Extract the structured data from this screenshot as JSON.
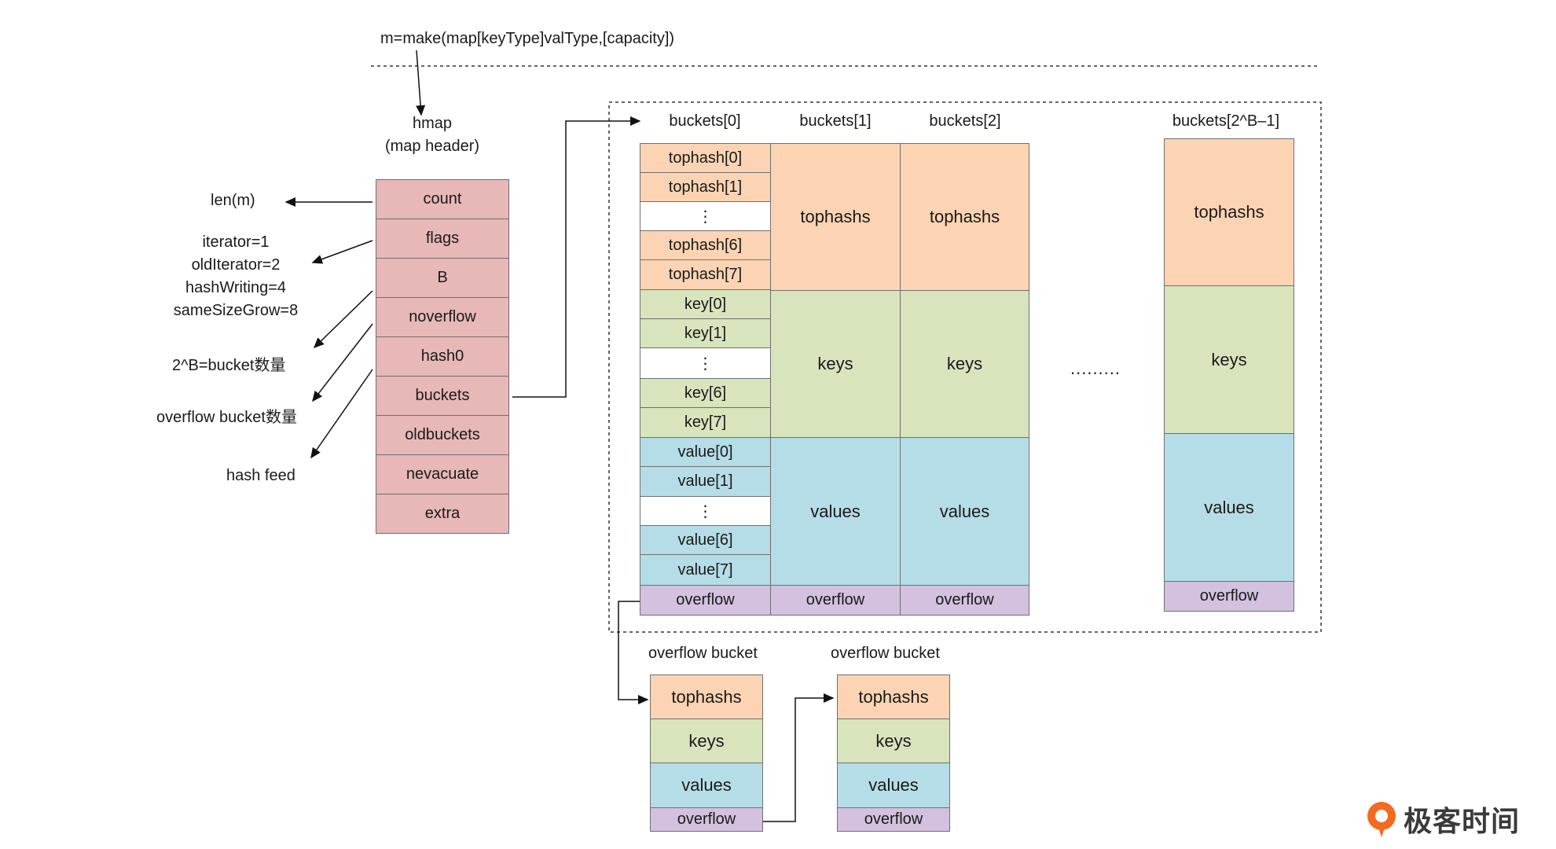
{
  "make_expr": "m=make(map[keyType]valType,[capacity])",
  "hmap": {
    "title_line1": "hmap",
    "title_line2": "(map header)",
    "fields": [
      "count",
      "flags",
      "B",
      "noverflow",
      "hash0",
      "buckets",
      "oldbuckets",
      "nevacuate",
      "extra"
    ]
  },
  "annotations": {
    "len": "len(m)",
    "flags_line1": "iterator=1",
    "flags_line2": "oldIterator=2",
    "flags_line3": "hashWriting=4",
    "flags_line4": "sameSizeGrow=8",
    "b_desc": "2^B=bucket数量",
    "noverflow_desc": "overflow bucket数量",
    "hash0_desc": "hash feed"
  },
  "bucket_headers": [
    "buckets[0]",
    "buckets[1]",
    "buckets[2]",
    "buckets[2^B–1]"
  ],
  "bucket0": {
    "tophash": [
      "tophash[0]",
      "tophash[1]",
      "⋮",
      "tophash[6]",
      "tophash[7]"
    ],
    "keys": [
      "key[0]",
      "key[1]",
      "⋮",
      "key[6]",
      "key[7]"
    ],
    "values": [
      "value[0]",
      "value[1]",
      "⋮",
      "value[6]",
      "value[7]"
    ],
    "overflow": "overflow"
  },
  "bucket_blocks": {
    "tophashs": "tophashs",
    "keys": "keys",
    "values": "values",
    "overflow": "overflow"
  },
  "ellipsis": ".........",
  "overflow_buckets": {
    "title": "overflow bucket",
    "tophashs": "tophashs",
    "keys": "keys",
    "values": "values",
    "overflow": "overflow"
  },
  "logo": {
    "text": "极客时间",
    "color": "#f26b21"
  }
}
